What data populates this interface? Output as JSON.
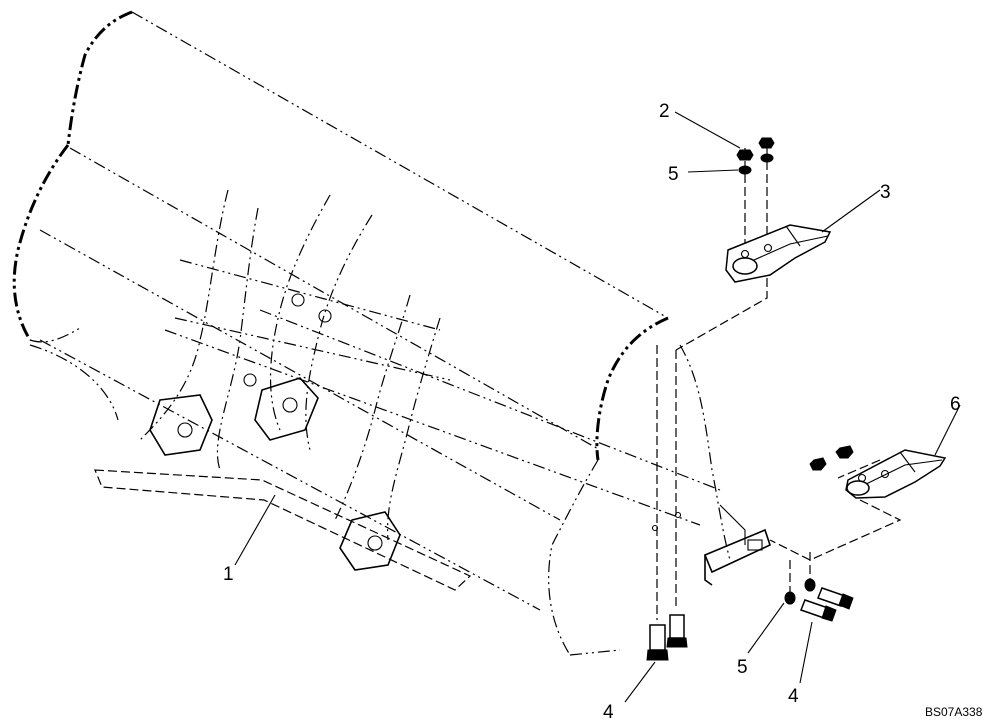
{
  "diagram": {
    "callouts": [
      {
        "id": "c1",
        "label": "1"
      },
      {
        "id": "c2",
        "label": "2"
      },
      {
        "id": "c3",
        "label": "3"
      },
      {
        "id": "c4a",
        "label": "4"
      },
      {
        "id": "c4b",
        "label": "4"
      },
      {
        "id": "c5a",
        "label": "5"
      },
      {
        "id": "c5b",
        "label": "5"
      },
      {
        "id": "c6",
        "label": "6"
      }
    ],
    "reference_code": "BS07A338"
  }
}
